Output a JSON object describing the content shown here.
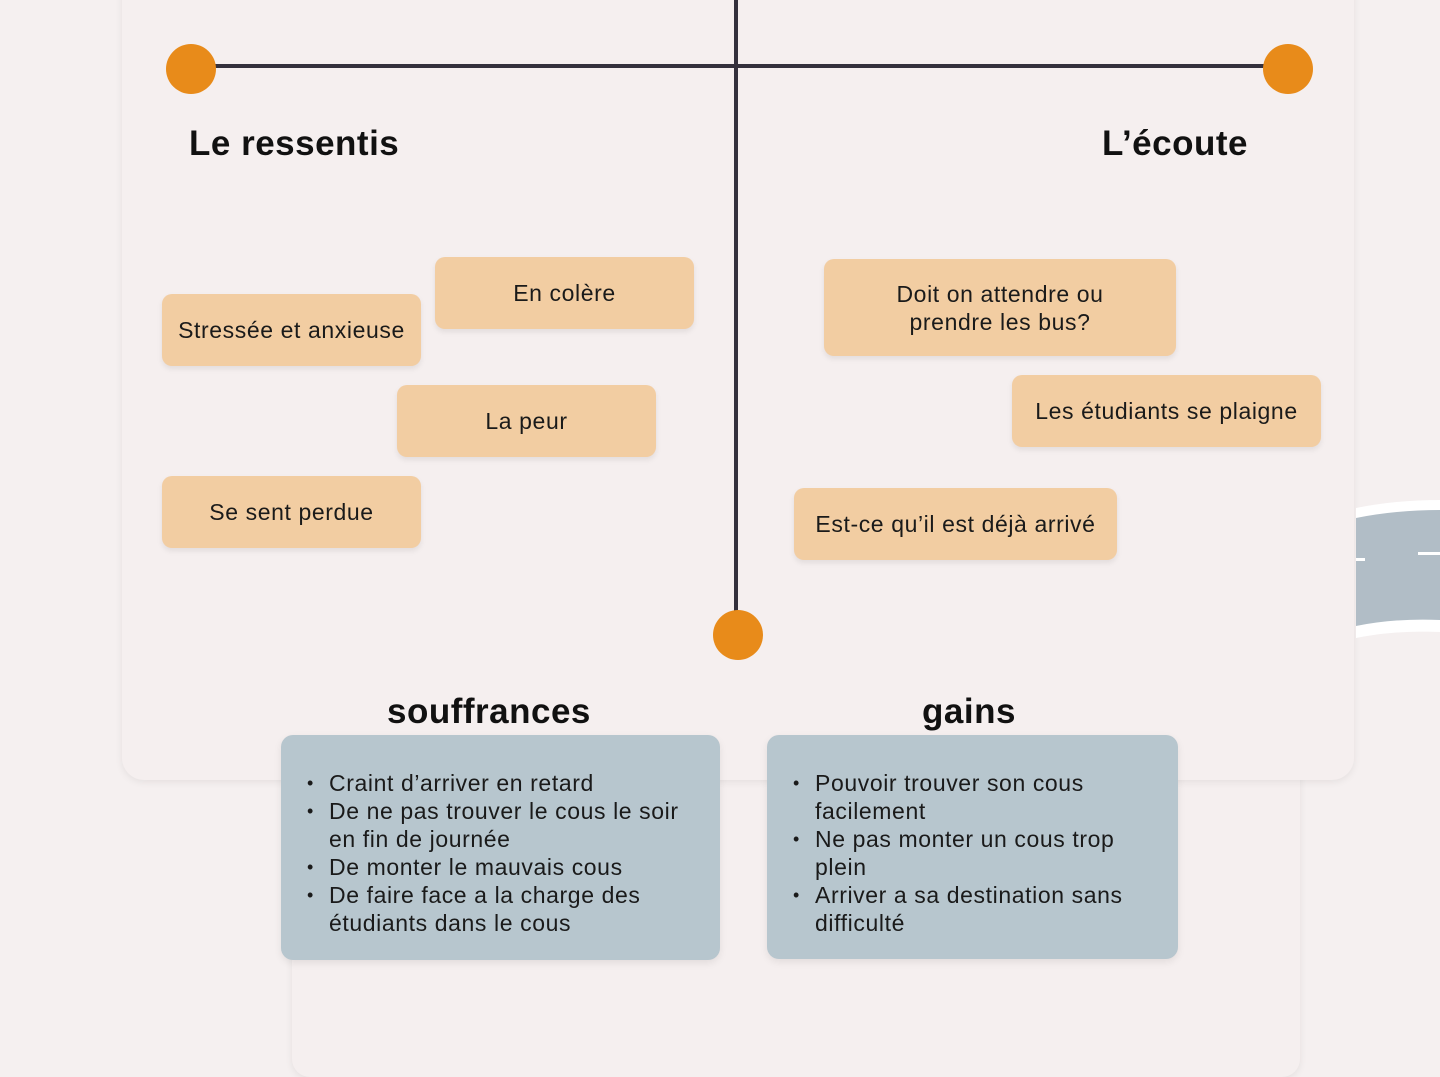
{
  "quadrants": {
    "feelings": {
      "title": "Le ressentis",
      "notes": [
        "En colère",
        "Stressée et anxieuse",
        "La peur",
        "Se sent perdue"
      ]
    },
    "listening": {
      "title": "L’écoute",
      "notes": [
        "Doit on attendre ou prendre les bus?",
        "Les étudiants se plaigne",
        "Est-ce qu’il est déjà arrivé"
      ]
    }
  },
  "pains": {
    "title": "souffrances",
    "items": [
      "Craint d’arriver en retard",
      "De ne pas trouver le cous le soir en fin de journée",
      "De monter le mauvais cous",
      "De faire face a la charge des étudiants dans le cous"
    ]
  },
  "gains": {
    "title": "gains",
    "items": [
      "Pouvoir trouver son cous facilement",
      "Ne pas monter un cous trop plein",
      "Arriver a sa destination sans difficulté"
    ]
  },
  "colors": {
    "accent_dot": "#e88b1a",
    "sticky_note": "#f2cda2",
    "list_box": "#b7c6ce",
    "axis_line": "#34303c"
  }
}
